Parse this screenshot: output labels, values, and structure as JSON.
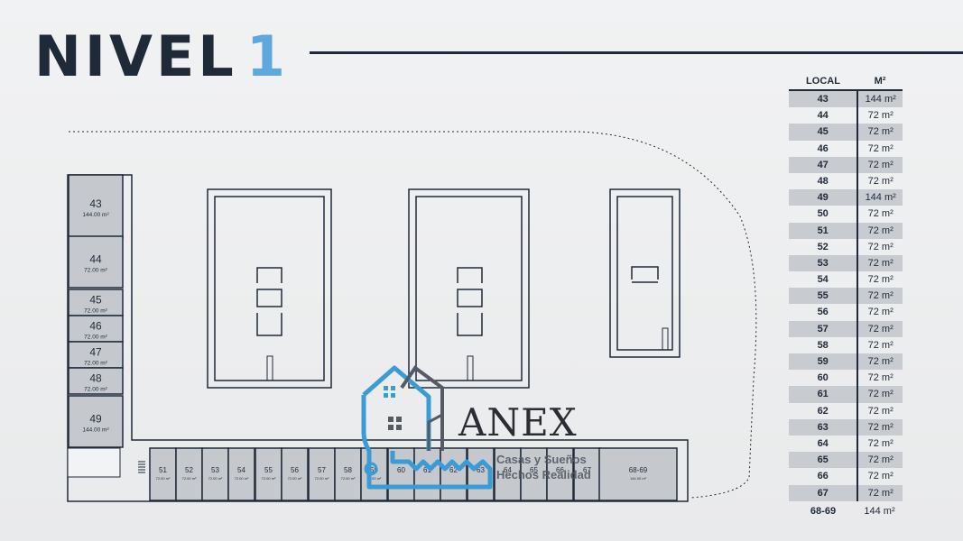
{
  "header": {
    "title": "NIVEL",
    "level": "1"
  },
  "table": {
    "headers": {
      "local": "LOCAL",
      "area": "M²"
    },
    "rows": [
      {
        "local": "43",
        "area": "144 m²"
      },
      {
        "local": "44",
        "area": "72 m²"
      },
      {
        "local": "45",
        "area": "72 m²"
      },
      {
        "local": "46",
        "area": "72 m²"
      },
      {
        "local": "47",
        "area": "72 m²"
      },
      {
        "local": "48",
        "area": "72 m²"
      },
      {
        "local": "49",
        "area": "144 m²"
      },
      {
        "local": "50",
        "area": "72 m²"
      },
      {
        "local": "51",
        "area": "72 m²"
      },
      {
        "local": "52",
        "area": "72 m²"
      },
      {
        "local": "53",
        "area": "72 m²"
      },
      {
        "local": "54",
        "area": "72 m²"
      },
      {
        "local": "55",
        "area": "72 m²"
      },
      {
        "local": "56",
        "area": "72 m²"
      },
      {
        "local": "57",
        "area": "72 m²"
      },
      {
        "local": "58",
        "area": "72 m²"
      },
      {
        "local": "59",
        "area": "72 m²"
      },
      {
        "local": "60",
        "area": "72 m²"
      },
      {
        "local": "61",
        "area": "72 m²"
      },
      {
        "local": "62",
        "area": "72 m²"
      },
      {
        "local": "63",
        "area": "72 m²"
      },
      {
        "local": "64",
        "area": "72 m²"
      },
      {
        "local": "65",
        "area": "72 m²"
      },
      {
        "local": "66",
        "area": "72 m²"
      },
      {
        "local": "67",
        "area": "72 m²"
      },
      {
        "local": "68-69",
        "area": "144 m²"
      }
    ]
  },
  "plan": {
    "left_units": [
      {
        "num": "43",
        "area": "144.00 m²"
      },
      {
        "num": "44",
        "area": "72.00 m²"
      },
      {
        "num": "45",
        "area": "72.00 m²"
      },
      {
        "num": "46",
        "area": "72.00 m²"
      },
      {
        "num": "47",
        "area": "72.00 m²"
      },
      {
        "num": "48",
        "area": "72.00 m²"
      },
      {
        "num": "49",
        "area": "144.00 m²"
      }
    ],
    "bottom_units": [
      {
        "num": "51",
        "area": "72.00 m²"
      },
      {
        "num": "52",
        "area": "72.00 m²"
      },
      {
        "num": "53",
        "area": "72.00 m²"
      },
      {
        "num": "54",
        "area": "72.00 m²"
      },
      {
        "num": "55",
        "area": "72.00 m²"
      },
      {
        "num": "56",
        "area": "72.00 m²"
      },
      {
        "num": "57",
        "area": "72.00 m²"
      },
      {
        "num": "58",
        "area": "72.00 m²"
      },
      {
        "num": "59",
        "area": "72.00 m²"
      },
      {
        "num": "60",
        "area": ""
      },
      {
        "num": "61",
        "area": ""
      },
      {
        "num": "62",
        "area": ""
      },
      {
        "num": "63",
        "area": ""
      },
      {
        "num": "64",
        "area": ""
      },
      {
        "num": "65",
        "area": ""
      },
      {
        "num": "66",
        "area": ""
      },
      {
        "num": "67",
        "area": ""
      },
      {
        "num": "68-69",
        "area": "144.00 m²"
      }
    ]
  },
  "watermark": {
    "brand": "ANEX",
    "slogan_line1": "Casas y Sueños",
    "slogan_line2": "Hechos Realidad",
    "icon": "house-key-logo-icon",
    "accent_color": "#3a9bd5"
  },
  "colors": {
    "ink": "#1f2a38",
    "accent": "#5fa8de",
    "unit_fill": "#c5c9ce",
    "row_shade": "#c8ccd1"
  }
}
